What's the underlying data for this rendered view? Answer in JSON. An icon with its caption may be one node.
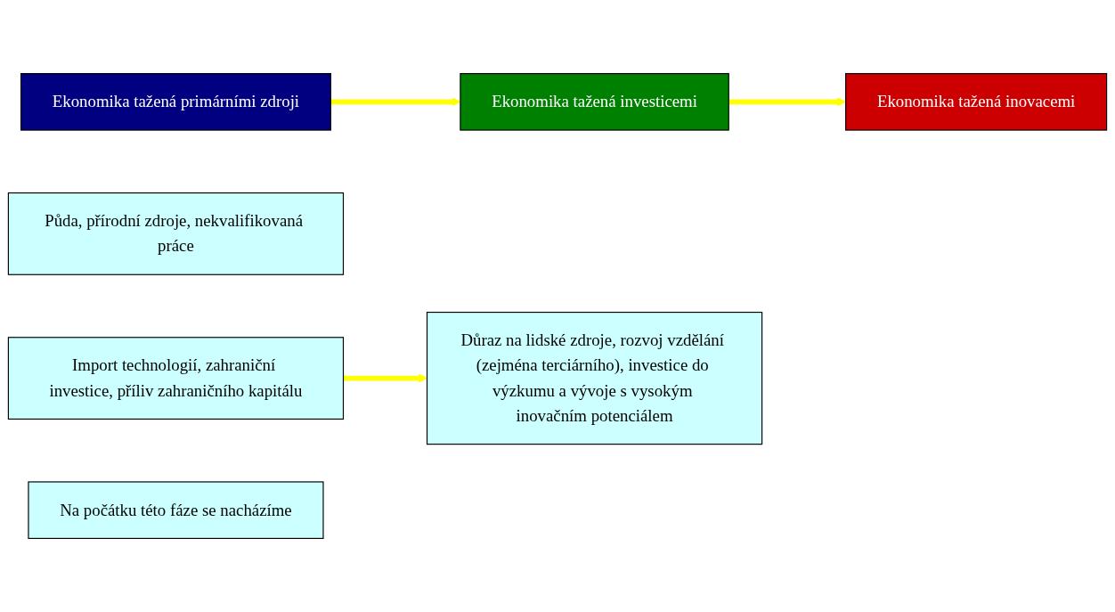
{
  "diagram": {
    "nodes": [
      {
        "text": [
          "Ekonomika tažená primárními zdroji"
        ]
      },
      {
        "text": [
          "Ekonomika tažená investicemi"
        ]
      },
      {
        "text": [
          "Ekonomika tažená inovacemi"
        ]
      },
      {
        "text": [
          "Půda, přírodní zdroje, nekvalifikovaná práce"
        ]
      },
      {
        "text": [
          "Import technologií, zahraniční investice, příliv zahraničního kapitálu"
        ]
      },
      {
        "text": [
          "Důraz na lidské zdroje, rozvoj vzdělání (zejména terciárního), investice do výzkumu a vývoje s vysokým inovačním potenciálem"
        ]
      },
      {
        "text": [
          "Na počátku této fáze se nacházíme"
        ]
      }
    ],
    "edges": [
      {
        "from": 0,
        "to": 1,
        "arrow": "to",
        "color": "#ffff00"
      },
      {
        "from": 1,
        "to": 2,
        "arrow": "to",
        "color": "#ffff00"
      },
      {
        "from": 4,
        "to": 5,
        "arrow": "to",
        "color": "#ffff00"
      }
    ]
  }
}
